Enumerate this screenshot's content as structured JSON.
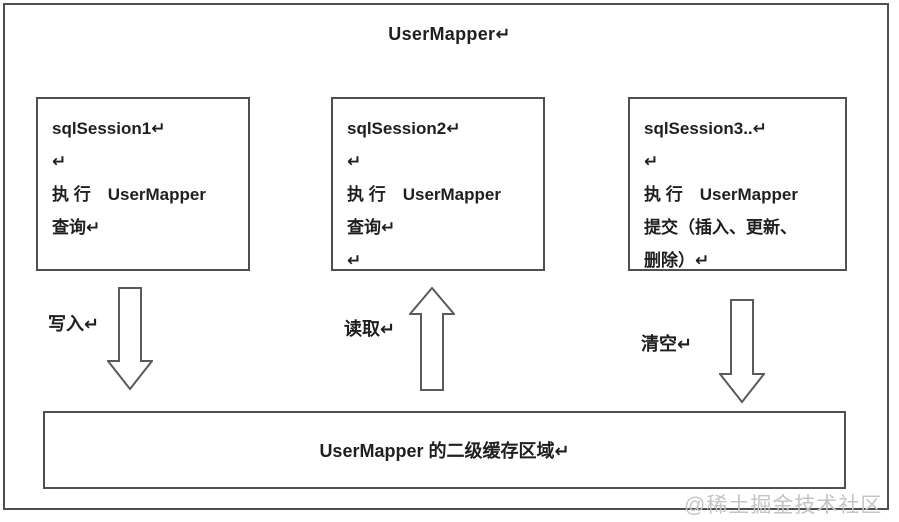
{
  "title": "UserMapper↵",
  "colors": {
    "line": "#4f4f4f",
    "text": "#1f1f1f",
    "arrow_fill": "#ffffff",
    "watermark": "#c4c4c4"
  },
  "sessions": [
    {
      "name": "sqlSession1",
      "lines": [
        "sqlSession1↵",
        "↵",
        "执 行　UserMapper",
        "查询↵"
      ]
    },
    {
      "name": "sqlSession2",
      "lines": [
        "sqlSession2↵",
        "↵",
        "执 行　UserMapper",
        "查询↵",
        "↵"
      ]
    },
    {
      "name": "sqlSession3",
      "lines": [
        "sqlSession3..↵",
        "↵",
        "执 行　UserMapper",
        "提交（插入、更新、",
        "删除）↵"
      ]
    }
  ],
  "arrows": [
    {
      "label": "写入↵",
      "direction": "down"
    },
    {
      "label": "读取↵",
      "direction": "up"
    },
    {
      "label": "清空↵",
      "direction": "down"
    }
  ],
  "cache_box": {
    "label": "UserMapper 的二级缓存区域↵"
  },
  "watermark": "@稀土掘金技术社区"
}
